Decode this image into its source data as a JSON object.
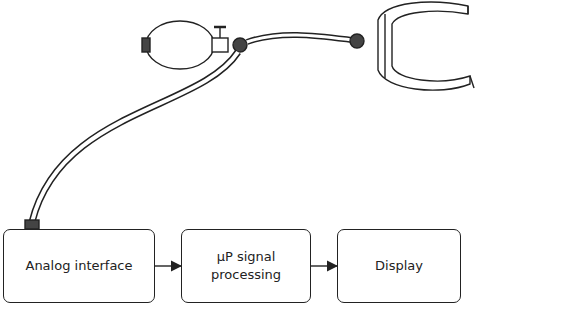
{
  "diagram": {
    "nodes": [
      {
        "text": [
          "Analog interface"
        ]
      },
      {
        "text": [
          "μP signal processing"
        ]
      },
      {
        "text": [
          "Display"
        ]
      }
    ],
    "edges": [
      {
        "from": 0,
        "to": 1,
        "arrow": "to"
      },
      {
        "from": 1,
        "to": 2,
        "arrow": "to"
      }
    ]
  }
}
